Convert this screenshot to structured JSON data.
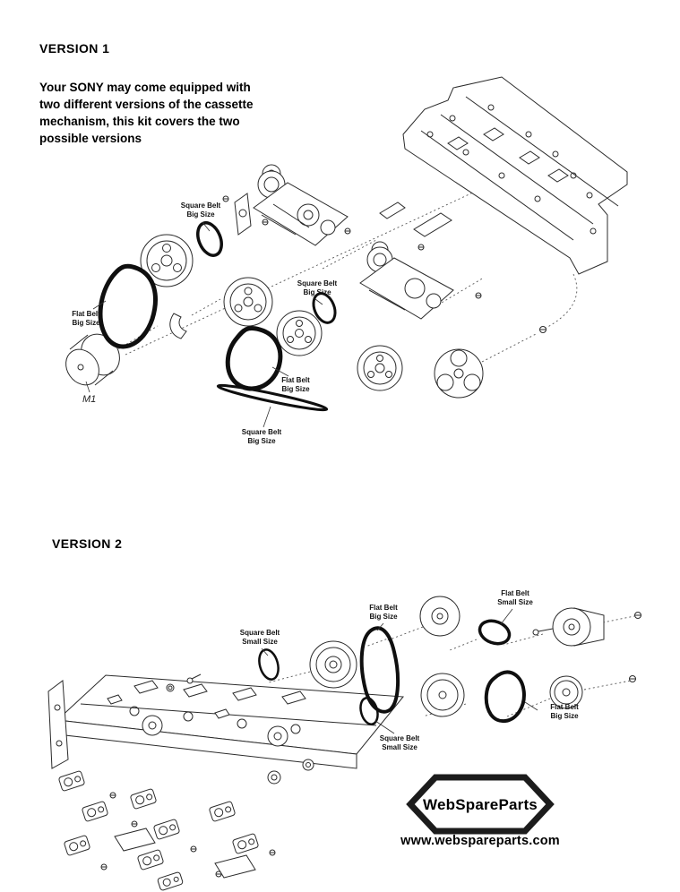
{
  "colors": {
    "background": "#ffffff",
    "ink": "#000000"
  },
  "version1": {
    "title": "VERSION 1",
    "description": "Your SONY may come equipped with\ntwo different versions of the cassette\nmechanism, this kit covers the two\npossible versions",
    "labels": [
      {
        "text": "Square Belt\nBig Size"
      },
      {
        "text": "Flat Belt\nBig Size"
      },
      {
        "text": "Square Belt\nBig Size"
      },
      {
        "text": "Flat Belt\nBig Size"
      },
      {
        "text": "Square Belt\nBig Size"
      }
    ],
    "motor_label": "M1"
  },
  "version2": {
    "title": "VERSION 2",
    "labels": [
      {
        "text": "Square Belt\nSmall Size"
      },
      {
        "text": "Flat Belt\nBig Size"
      },
      {
        "text": "Flat Belt\nSmall Size"
      },
      {
        "text": "Flat Belt\nBig Size"
      },
      {
        "text": "Square Belt\nSmall Size"
      }
    ]
  },
  "footer": {
    "logo_text": "WebSpareParts",
    "website": "www.webspareparts.com"
  }
}
